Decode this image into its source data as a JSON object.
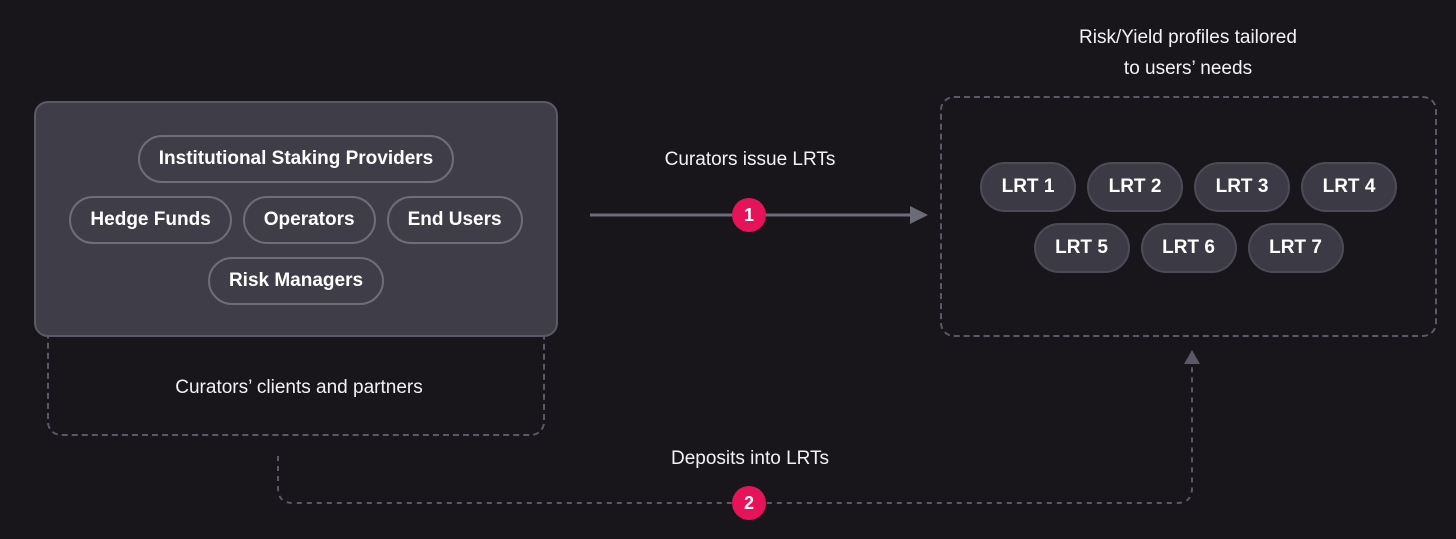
{
  "clients": {
    "pills_row1": [
      "Institutional Staking Providers"
    ],
    "pills_row2": [
      "Hedge Funds",
      "Operators",
      "End Users"
    ],
    "pills_row3": [
      "Risk Managers"
    ],
    "caption": "Curators’ clients and partners"
  },
  "lrts": {
    "title_line1": "Risk/Yield profiles tailored",
    "title_line2": "to users’ needs",
    "row1": [
      "LRT 1",
      "LRT 2",
      "LRT 3",
      "LRT 4"
    ],
    "row2": [
      "LRT 5",
      "LRT 6",
      "LRT 7"
    ]
  },
  "flows": {
    "issue": {
      "label": "Curators issue LRTs",
      "step": "1"
    },
    "deposit": {
      "label": "Deposits into LRTs",
      "step": "2"
    }
  },
  "colors": {
    "background": "#18161b",
    "card": "#3f3e48",
    "accent": "#e6135a",
    "line": "#5a5965"
  }
}
